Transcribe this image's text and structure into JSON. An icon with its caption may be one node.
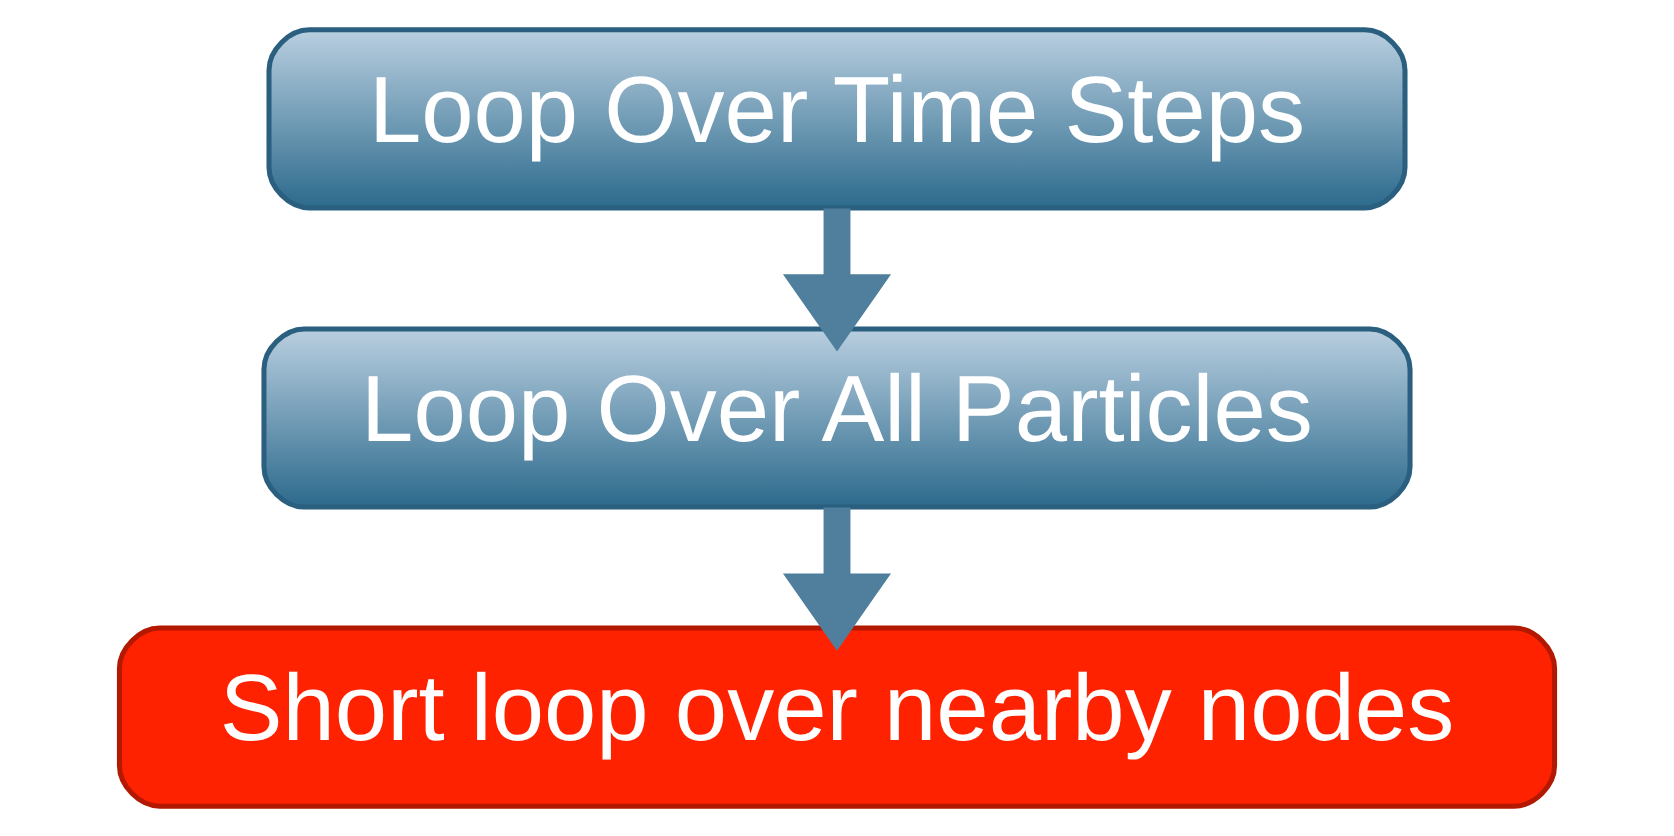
{
  "diagram": {
    "nodes": [
      {
        "text": [
          "Loop Over Time Steps"
        ]
      },
      {
        "text": [
          "Loop Over All Particles"
        ]
      },
      {
        "text": [
          "Short loop over nearby nodes"
        ]
      }
    ],
    "edges": [
      {
        "from": 0,
        "to": 1,
        "arrow": "to"
      },
      {
        "from": 1,
        "to": 2,
        "arrow": "to"
      }
    ]
  }
}
